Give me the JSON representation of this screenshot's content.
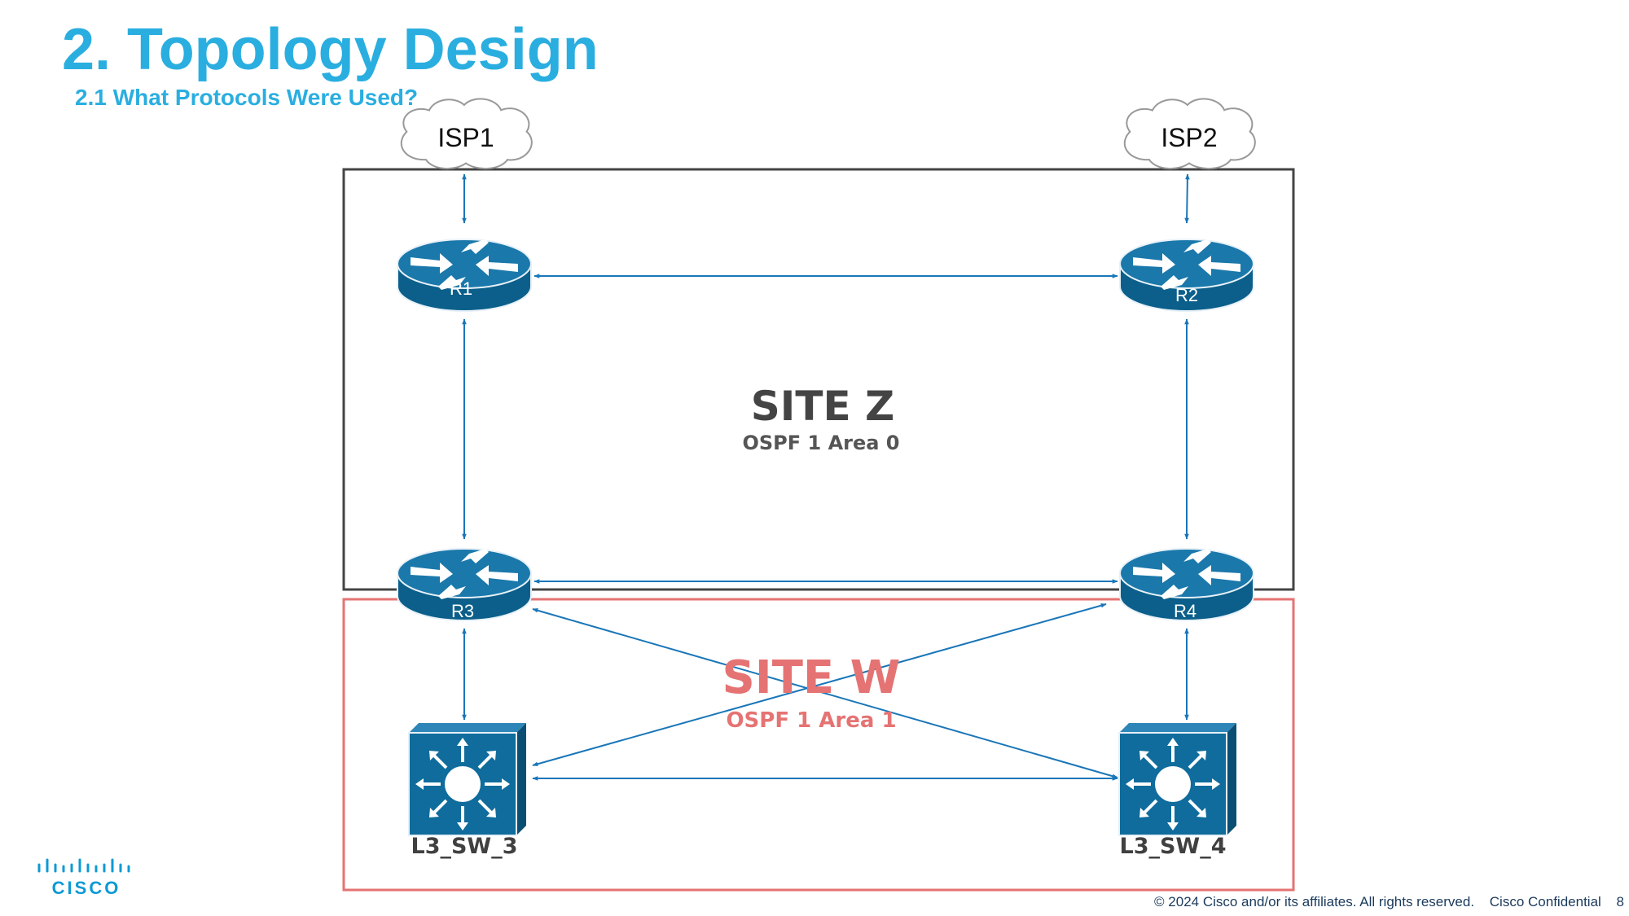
{
  "slide": {
    "title": "2. Topology Design",
    "subtitle": "2.1 What Protocols Were Used?",
    "brand": "CISCO"
  },
  "footer": {
    "copyright": "© 2024  Cisco and/or its affiliates. All rights reserved.",
    "confidential": "Cisco Confidential",
    "page_number": "8"
  },
  "sites": {
    "z": {
      "name": "SITE Z",
      "protocol": "OSPF 1 Area 0",
      "color": "#444444"
    },
    "w": {
      "name": "SITE W",
      "protocol": "OSPF 1 Area 1",
      "color": "#e57373"
    }
  },
  "clouds": {
    "isp1": "ISP1",
    "isp2": "ISP2"
  },
  "routers": {
    "r1": "R1",
    "r2": "R2",
    "r3": "R3",
    "r4": "R4"
  },
  "switches": {
    "sw3": "L3_SW_3",
    "sw4": "L3_SW_4"
  },
  "colors": {
    "accent": "#2aaee0",
    "device": "#0f6c9c",
    "link": "#1976b8"
  }
}
